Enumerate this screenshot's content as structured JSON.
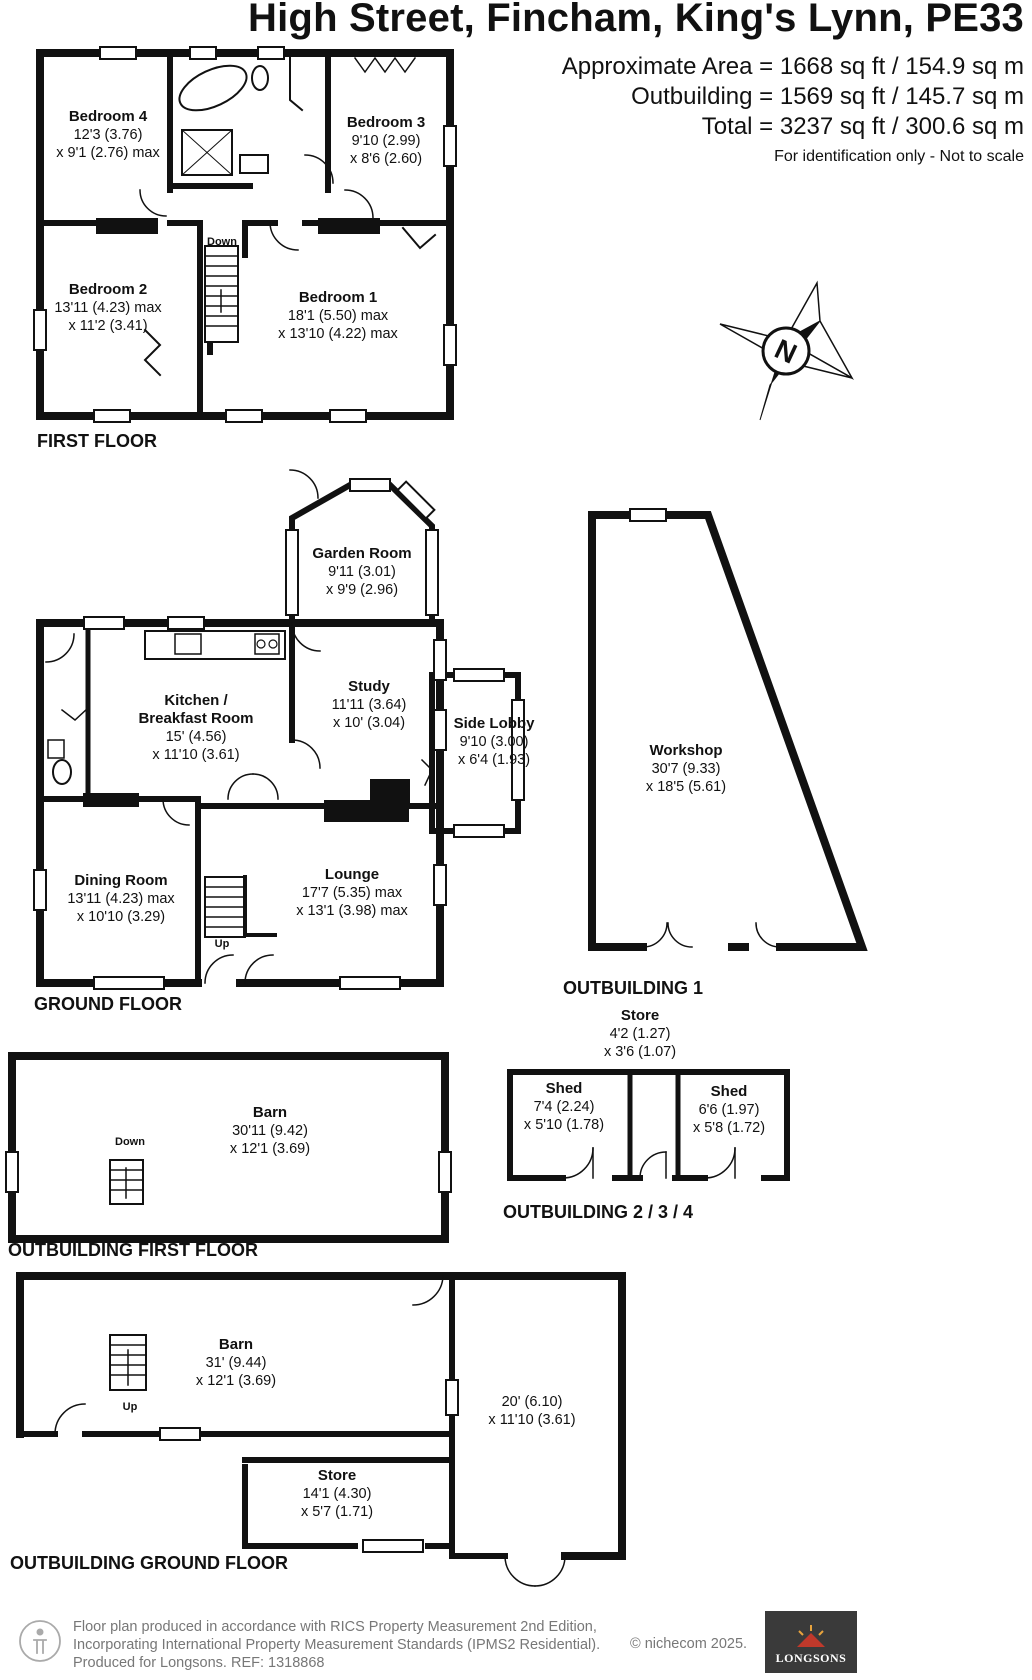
{
  "header": {
    "title": "High Street, Fincham, King's Lynn, PE33",
    "approx_area": "Approximate Area = 1668 sq ft / 154.9 sq m",
    "outbuilding_area": "Outbuilding = 1569 sq ft / 145.7 sq m",
    "total_area": "Total = 3237 sq ft / 300.6 sq m",
    "note": "For identification only - Not to scale"
  },
  "compass": {
    "label": "N",
    "icon": "north-compass-icon"
  },
  "floor_labels": {
    "first_floor": "FIRST FLOOR",
    "ground_floor": "GROUND FLOOR",
    "outbuilding_1": "OUTBUILDING 1",
    "outbuilding_234": "OUTBUILDING 2 / 3 / 4",
    "outbuilding_first_floor": "OUTBUILDING FIRST FLOOR",
    "outbuilding_ground_floor": "OUTBUILDING GROUND FLOOR"
  },
  "first_floor": {
    "bedroom4": {
      "name": "Bedroom 4",
      "dim1": "12'3 (3.76)",
      "dim2": "x 9'1 (2.76) max"
    },
    "bedroom3": {
      "name": "Bedroom 3",
      "dim1": "9'10 (2.99)",
      "dim2": "x 8'6 (2.60)"
    },
    "bedroom2": {
      "name": "Bedroom 2",
      "dim1": "13'11 (4.23) max",
      "dim2": "x 11'2 (3.41)"
    },
    "bedroom1": {
      "name": "Bedroom 1",
      "dim1": "18'1 (5.50) max",
      "dim2": "x 13'10 (4.22) max"
    },
    "stairs": "Down"
  },
  "ground_floor": {
    "garden_room": {
      "name": "Garden Room",
      "dim1": "9'11 (3.01)",
      "dim2": "x 9'9 (2.96)"
    },
    "kitchen": {
      "name1": "Kitchen /",
      "name2": "Breakfast Room",
      "dim1": "15' (4.56)",
      "dim2": "x 11'10 (3.61)"
    },
    "study": {
      "name": "Study",
      "dim1": "11'11 (3.64)",
      "dim2": "x 10' (3.04)"
    },
    "side_lobby": {
      "name": "Side Lobby",
      "dim1": "9'10 (3.00)",
      "dim2": "x 6'4 (1.93)"
    },
    "dining": {
      "name": "Dining Room",
      "dim1": "13'11 (4.23) max",
      "dim2": "x 10'10 (3.29)"
    },
    "lounge": {
      "name": "Lounge",
      "dim1": "17'7 (5.35) max",
      "dim2": "x 13'1 (3.98) max"
    },
    "stairs": "Up"
  },
  "outbuilding1": {
    "workshop": {
      "name": "Workshop",
      "dim1": "30'7 (9.33)",
      "dim2": "x 18'5 (5.61)"
    }
  },
  "outbuilding234": {
    "store": {
      "name": "Store",
      "dim1": "4'2 (1.27)",
      "dim2": "x 3'6 (1.07)"
    },
    "shed1": {
      "name": "Shed",
      "dim1": "7'4 (2.24)",
      "dim2": "x 5'10 (1.78)"
    },
    "shed2": {
      "name": "Shed",
      "dim1": "6'6 (1.97)",
      "dim2": "x 5'8 (1.72)"
    }
  },
  "outbuilding_first_floor": {
    "barn": {
      "name": "Barn",
      "dim1": "30'11 (9.42)",
      "dim2": "x 12'1 (3.69)"
    },
    "stairs": "Down"
  },
  "outbuilding_ground_floor": {
    "barn": {
      "name": "Barn",
      "dim1": "31' (9.44)",
      "dim2": "x 12'1 (3.69)"
    },
    "annex": {
      "dim1": "20' (6.10)",
      "dim2": "x 11'10 (3.61)"
    },
    "store": {
      "name": "Store",
      "dim1": "14'1 (4.30)",
      "dim2": "x 5'7 (1.71)"
    },
    "stairs": "Up"
  },
  "footer": {
    "line1": "Floor plan produced in accordance with RICS Property Measurement 2nd Edition,",
    "line2": "Incorporating International Property Measurement Standards (IPMS2 Residential).",
    "line3": "Produced for Longsons.    REF:     1318868",
    "copyright": "© nichecom 2025.",
    "logo": "LONGSONS",
    "accessibility_icon": "accessibility-icon"
  }
}
